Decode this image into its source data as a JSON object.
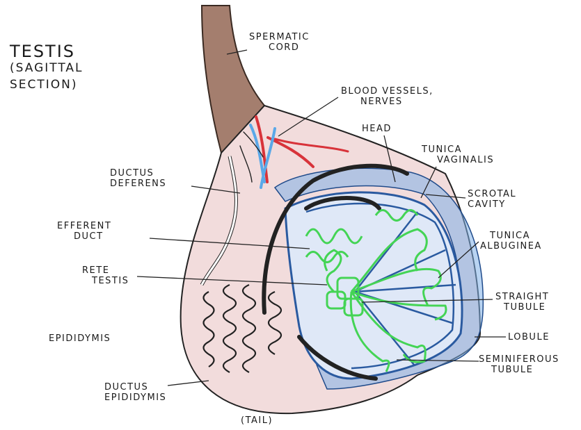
{
  "title": {
    "line1": "Testis",
    "line2": "(Sagittal",
    "line3": "Section)"
  },
  "labels": {
    "spermatic_cord": [
      "Spermatic",
      "Cord"
    ],
    "blood_vessels": [
      "Blood Vessels,",
      "Nerves"
    ],
    "head": [
      "Head"
    ],
    "tunica_vaginalis": [
      "Tunica",
      "Vaginalis"
    ],
    "ductus_deferens": [
      "Ductus",
      "Deferens"
    ],
    "scrotal_cavity": [
      "Scrotal",
      "Cavity"
    ],
    "efferent_duct": [
      "Efferent",
      "Duct"
    ],
    "tunica_albuginea": [
      "Tunica",
      "Albuginea"
    ],
    "rete_testis": [
      "Rete",
      "Testis"
    ],
    "straight_tubule": [
      "Straight",
      "Tubule"
    ],
    "epididymis": [
      "Epididymis"
    ],
    "lobule": [
      "Lobule"
    ],
    "seminiferous_tubule": [
      "Seminiferous",
      "Tubule"
    ],
    "ductus_epididymis": [
      "Ductus",
      "Epididymis"
    ],
    "tail": [
      "(Tail)"
    ]
  },
  "colors": {
    "cord": "#a47e6e",
    "epididymis_fill": "#f2dcdc",
    "testis_fill": "#dfe8f7",
    "tunica_blue": "#7fb0e8",
    "tubule_green": "#44d455",
    "artery_red": "#d8333a",
    "vein_blue": "#5aa8e8",
    "outline": "#222222"
  }
}
